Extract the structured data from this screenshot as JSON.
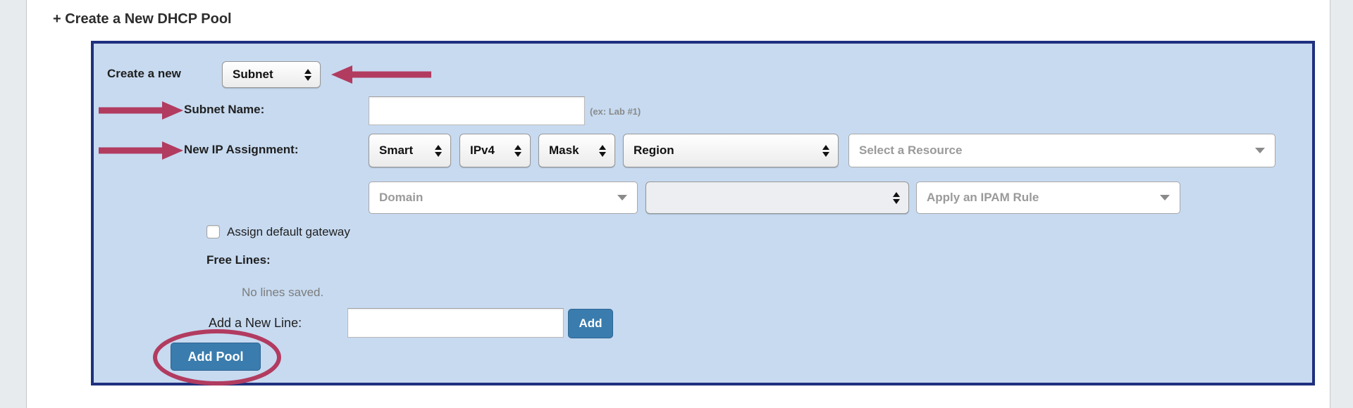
{
  "header": {
    "title": "+ Create a New DHCP Pool"
  },
  "panel": {
    "create_row": {
      "label": "Create a new",
      "type_value": "Subnet"
    },
    "subnet_row": {
      "label": "Subnet Name:",
      "value": "",
      "hint": "(ex: Lab #1)"
    },
    "assignment_row": {
      "label": "New IP Assignment:",
      "smart_value": "Smart",
      "ip_version_value": "IPv4",
      "mask_value": "Mask",
      "region_value": "Region",
      "resource_placeholder": "Select a Resource"
    },
    "secondary_row": {
      "domain_placeholder": "Domain",
      "unset_value": "",
      "ipam_placeholder": "Apply an IPAM Rule"
    },
    "gateway_row": {
      "label": "Assign default gateway",
      "checked": false
    },
    "free_lines": {
      "label": "Free Lines:",
      "status": "No lines saved."
    },
    "add_line_row": {
      "label": "Add a New Line:",
      "value": "",
      "add_button": "Add"
    },
    "add_pool_button": "Add Pool"
  },
  "colors": {
    "panel_bg": "#c7daf0",
    "panel_border": "#20307f",
    "annotation": "#b23b60",
    "button_blue": "#3a7cae"
  }
}
